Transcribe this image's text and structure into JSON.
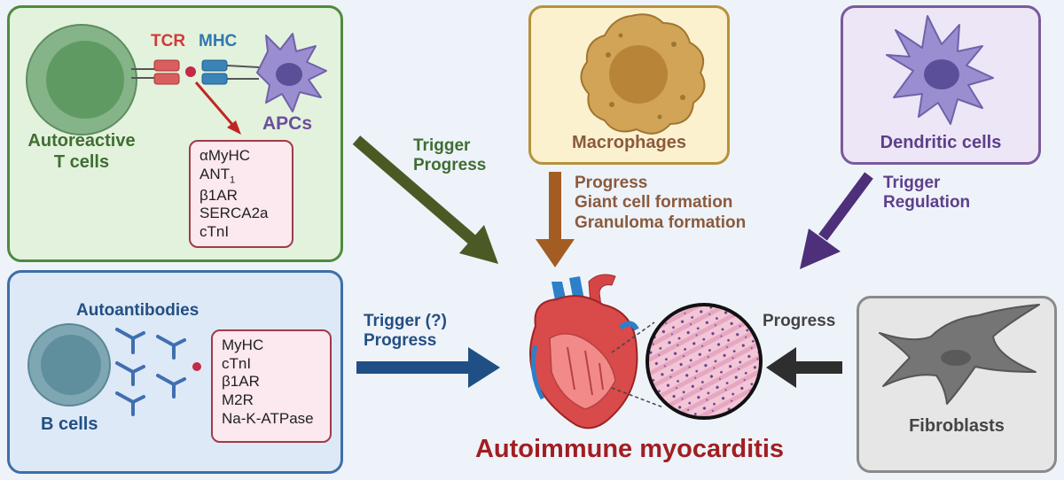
{
  "tcell_panel": {
    "tcr": "TCR",
    "mhc": "MHC",
    "apcs": "APCs",
    "tcell_line1": "Autoreactive",
    "tcell_line2": "T cells",
    "antigens": [
      "αMyHC",
      "ANT",
      "β1AR",
      "SERCA2a",
      "cTnI"
    ],
    "ant_subscript": "1",
    "arrow_label_line1": "Trigger",
    "arrow_label_line2": "Progress"
  },
  "macrophage_panel": {
    "title": "Macrophages",
    "effects": [
      "Progress",
      "Giant cell formation",
      "Granuloma formation"
    ]
  },
  "dendritic_panel": {
    "title": "Dendritic cells",
    "arrow_label_line1": "Trigger",
    "arrow_label_line2": "Regulation"
  },
  "bcell_panel": {
    "autoantibodies": "Autoantibodies",
    "bcells": "B cells",
    "antigens": [
      "MyHC",
      "cTnI",
      "β1AR",
      "M2R",
      "Na-K-ATPase"
    ],
    "arrow_label_line1": "Trigger (?)",
    "arrow_label_line2": "Progress"
  },
  "fibroblast_panel": {
    "title": "Fibroblasts",
    "arrow_label": "Progress"
  },
  "center": {
    "title": "Autoimmune myocarditis"
  },
  "colors": {
    "tcell_bg": "#e3f2dc",
    "tcell_border": "#4e8a3e",
    "macro_bg": "#fbf1cf",
    "macro_border": "#b7913a",
    "dc_bg": "#ece6f6",
    "dc_border": "#7a5a9c",
    "bcell_bg": "#dde9f7",
    "bcell_border": "#3d6fa8",
    "fib_bg": "#e6e6e6",
    "fib_border": "#8a8a8a",
    "green_text": "#3f6e32",
    "brown_text": "#8b5a3c",
    "purple_text": "#5d3f8a",
    "blue_text": "#234f83",
    "title_red": "#a11e22"
  }
}
